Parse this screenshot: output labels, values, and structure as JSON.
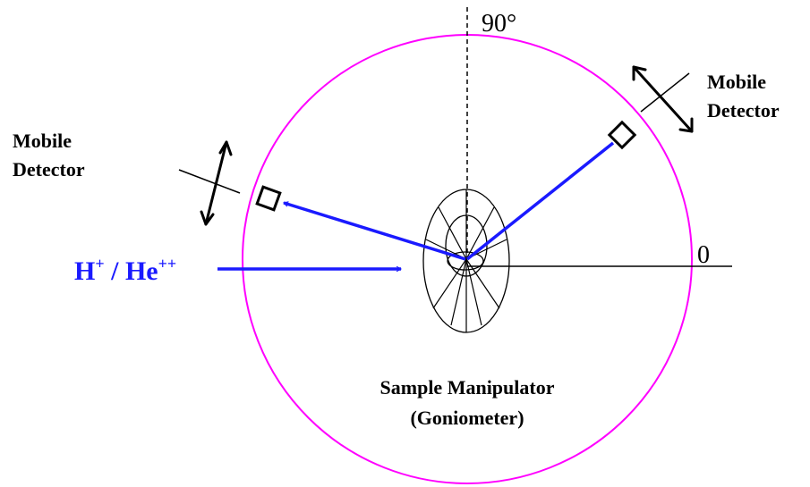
{
  "diagram": {
    "angle_90_label": "90°",
    "angle_0_label": "0",
    "detector_right": {
      "line1": "Mobile",
      "line2": "Detector"
    },
    "detector_left": {
      "line1": "Mobile",
      "line2": "Detector"
    },
    "beam": {
      "h": "H",
      "h_charge": "+",
      "separator": " / ",
      "he": "He",
      "he_charge": "++"
    },
    "sample_label": {
      "line1": "Sample Manipulator",
      "line2": "(Goniometer)"
    }
  },
  "colors": {
    "circle": "#ff00ff",
    "beam": "#1a1aff",
    "lines": "#000000"
  }
}
